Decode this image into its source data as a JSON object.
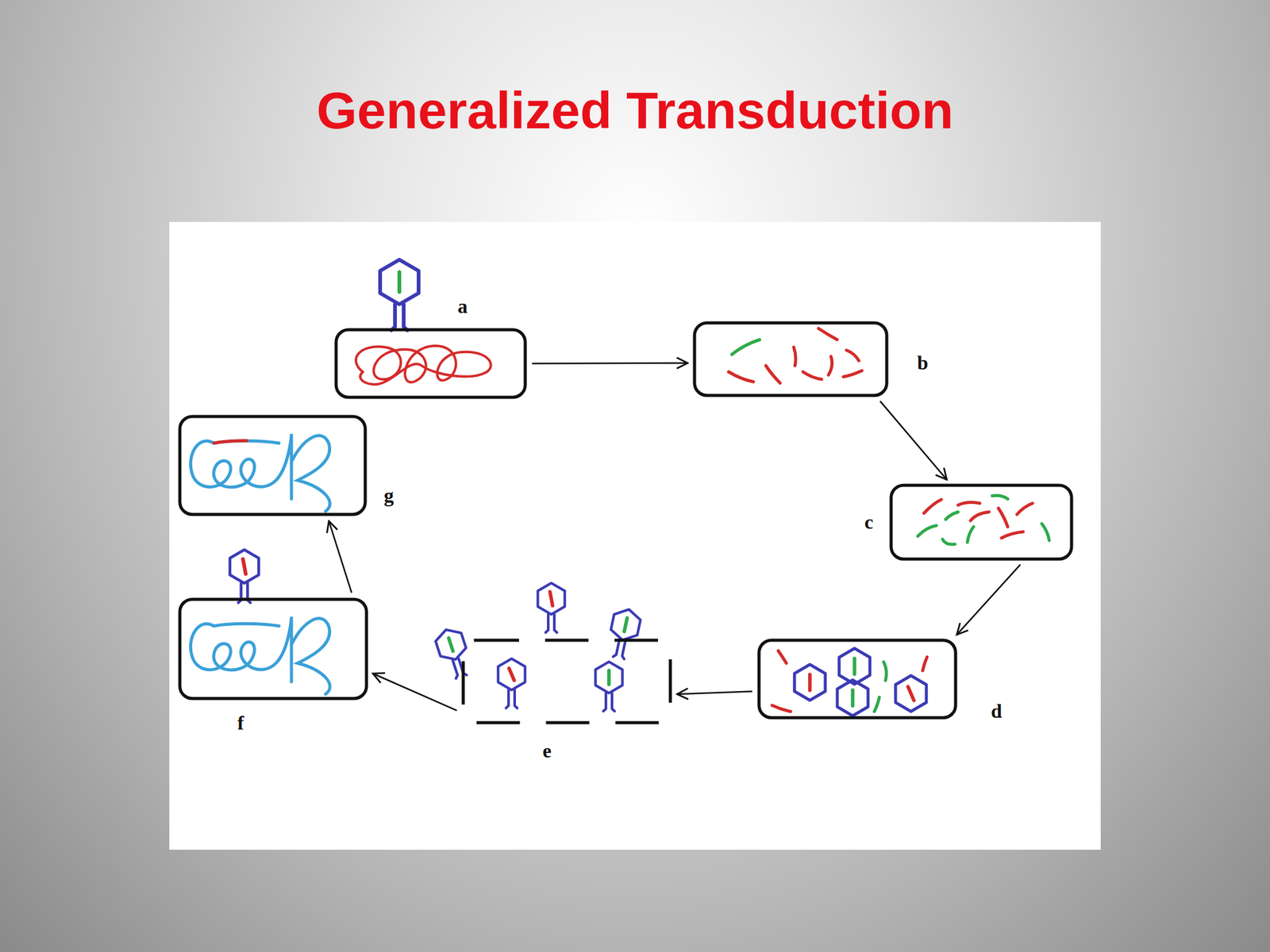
{
  "diagram": {
    "title": "Generalized Transduction",
    "nodes": [
      {
        "text": [
          "a"
        ]
      },
      {
        "text": [
          "b"
        ]
      },
      {
        "text": [
          "c"
        ]
      },
      {
        "text": [
          "d"
        ]
      },
      {
        "text": [
          "e"
        ]
      },
      {
        "text": [
          "f"
        ]
      },
      {
        "text": [
          "g"
        ]
      }
    ],
    "edges": [
      {
        "from": 0,
        "to": 1,
        "arrow": "to"
      },
      {
        "from": 1,
        "to": 2,
        "arrow": "to"
      },
      {
        "from": 2,
        "to": 3,
        "arrow": "to"
      },
      {
        "from": 3,
        "to": 4,
        "arrow": "to"
      },
      {
        "from": 4,
        "to": 5,
        "arrow": "to"
      },
      {
        "from": 5,
        "to": 6,
        "arrow": "to"
      }
    ]
  }
}
